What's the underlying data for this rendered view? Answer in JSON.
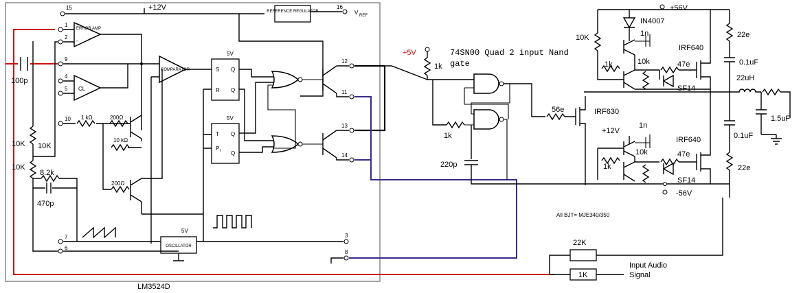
{
  "chip": {
    "name": "LM3524D",
    "supply": "+12V",
    "ref_block": "REFERENCE REGULATOR",
    "ref_out": "V",
    "ref_out_sub": "REF",
    "error_amp": "ERROR AMP",
    "cl_amp": "CL",
    "comparator": "COMPARATOR",
    "oscillator": "OSCILLATOR",
    "osc_supply": "5V",
    "sr_supply": "5V",
    "tff_supply": "5V",
    "sr_s": "S",
    "sr_r": "R",
    "sr_q": "Q",
    "sr_qb": "Q",
    "t_t": "T",
    "t_p": "P",
    "t_p_sub": "r",
    "t_q": "Q",
    "t_qb": "Q",
    "res_1k": "1 kΩ",
    "res_200a": "200Ω",
    "res_10k": "10 kΩ",
    "res_200b": "200Ω",
    "plus": "+",
    "minus": "-",
    "pins": [
      "15",
      "16",
      "1",
      "2",
      "9",
      "4",
      "5",
      "10",
      "12",
      "11",
      "13",
      "14",
      "7",
      "6",
      "3",
      "8"
    ]
  },
  "external": {
    "r_10k_a": "10K",
    "r_10k_b": "10K",
    "r_10k_c": "10K",
    "r_8k2": "8.2k",
    "c_470p": "470p",
    "c_100p": "100p"
  },
  "driver": {
    "supply_5v": "+5V",
    "r_1k_top": "1k",
    "nand_line1": "74SN00 Quad 2 input Nand",
    "nand_line2": "gate",
    "r_1k_bot": "1k",
    "c_220p": "220p",
    "r_56e": "56e",
    "mosfet": "IRF630"
  },
  "output_stage": {
    "rail_pos": "+56V",
    "rail_neg": "-56V",
    "diode": "IN4007",
    "c_1n_a": "1n",
    "r_10k_left": "10K",
    "r_1k_a": "1k",
    "r_10k_a": "10k",
    "r_47e_a": "47e",
    "diode_a": "SF14",
    "fet_top": "IRF640",
    "r_22e_top": "22e",
    "c_01_top": "0.1uF",
    "inductor": "22uH",
    "c_15": "1.5uF",
    "supply_12v": "+12V",
    "c_1n_b": "1n",
    "r_1k_b": "1k",
    "r_10k_b": "10k",
    "r_47e_b": "47e",
    "diode_b": "SF14",
    "fet_bot": "IRF640",
    "c_01_bot": "0.1uF",
    "r_22e_bot": "22e",
    "bjt_note": "All BJT= MJE340/350"
  },
  "input": {
    "r_22k": "22K",
    "r_1k": "1K",
    "label_line1": "Input Audio",
    "label_line2": "Signal"
  },
  "colors": {
    "feedback_wire": "#cc1111",
    "driver_wire": "#3a2a8a",
    "chip_outline": "#888888"
  }
}
